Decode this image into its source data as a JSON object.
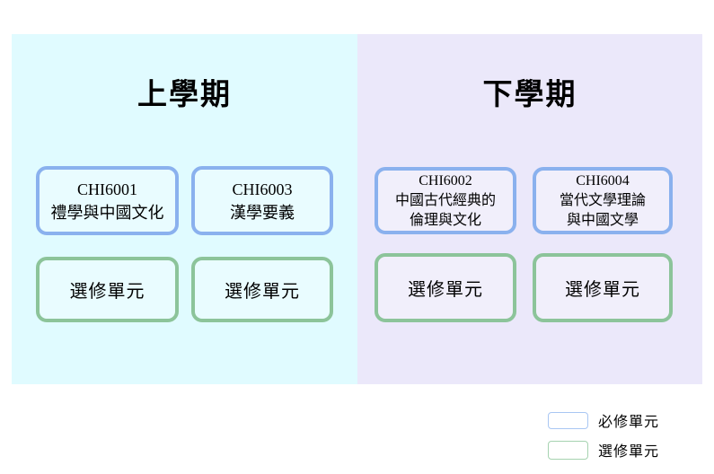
{
  "diagram": {
    "semesters": [
      {
        "title": "上學期",
        "panel_bg": "#e0fbff",
        "required_courses": [
          {
            "code": "CHI6001",
            "name_lines": [
              "禮學與中國文化"
            ]
          },
          {
            "code": "CHI6003",
            "name_lines": [
              "漢學要義"
            ]
          }
        ],
        "elective_units": [
          "選修單元",
          "選修單元"
        ]
      },
      {
        "title": "下學期",
        "panel_bg": "#ebe8fa",
        "required_courses": [
          {
            "code": "CHI6002",
            "name_lines": [
              "中國古代經典的",
              "倫理與文化"
            ]
          },
          {
            "code": "CHI6004",
            "name_lines": [
              "當代文學理論",
              "與中國文學"
            ]
          }
        ],
        "elective_units": [
          "選修單元",
          "選修單元"
        ]
      }
    ],
    "legend": [
      {
        "label": "必修單元",
        "swatch_border": "#a9c7f3"
      },
      {
        "label": "選修單元",
        "swatch_border": "#a6d3b0"
      }
    ],
    "colors": {
      "required_box_border": "#8ab1ee",
      "elective_box_border": "#8cc49a",
      "first_semester_panel_bg": "#e0fbff",
      "second_semester_panel_bg": "#ebe8fa",
      "text": "#000000",
      "page_bg": "#ffffff"
    }
  }
}
